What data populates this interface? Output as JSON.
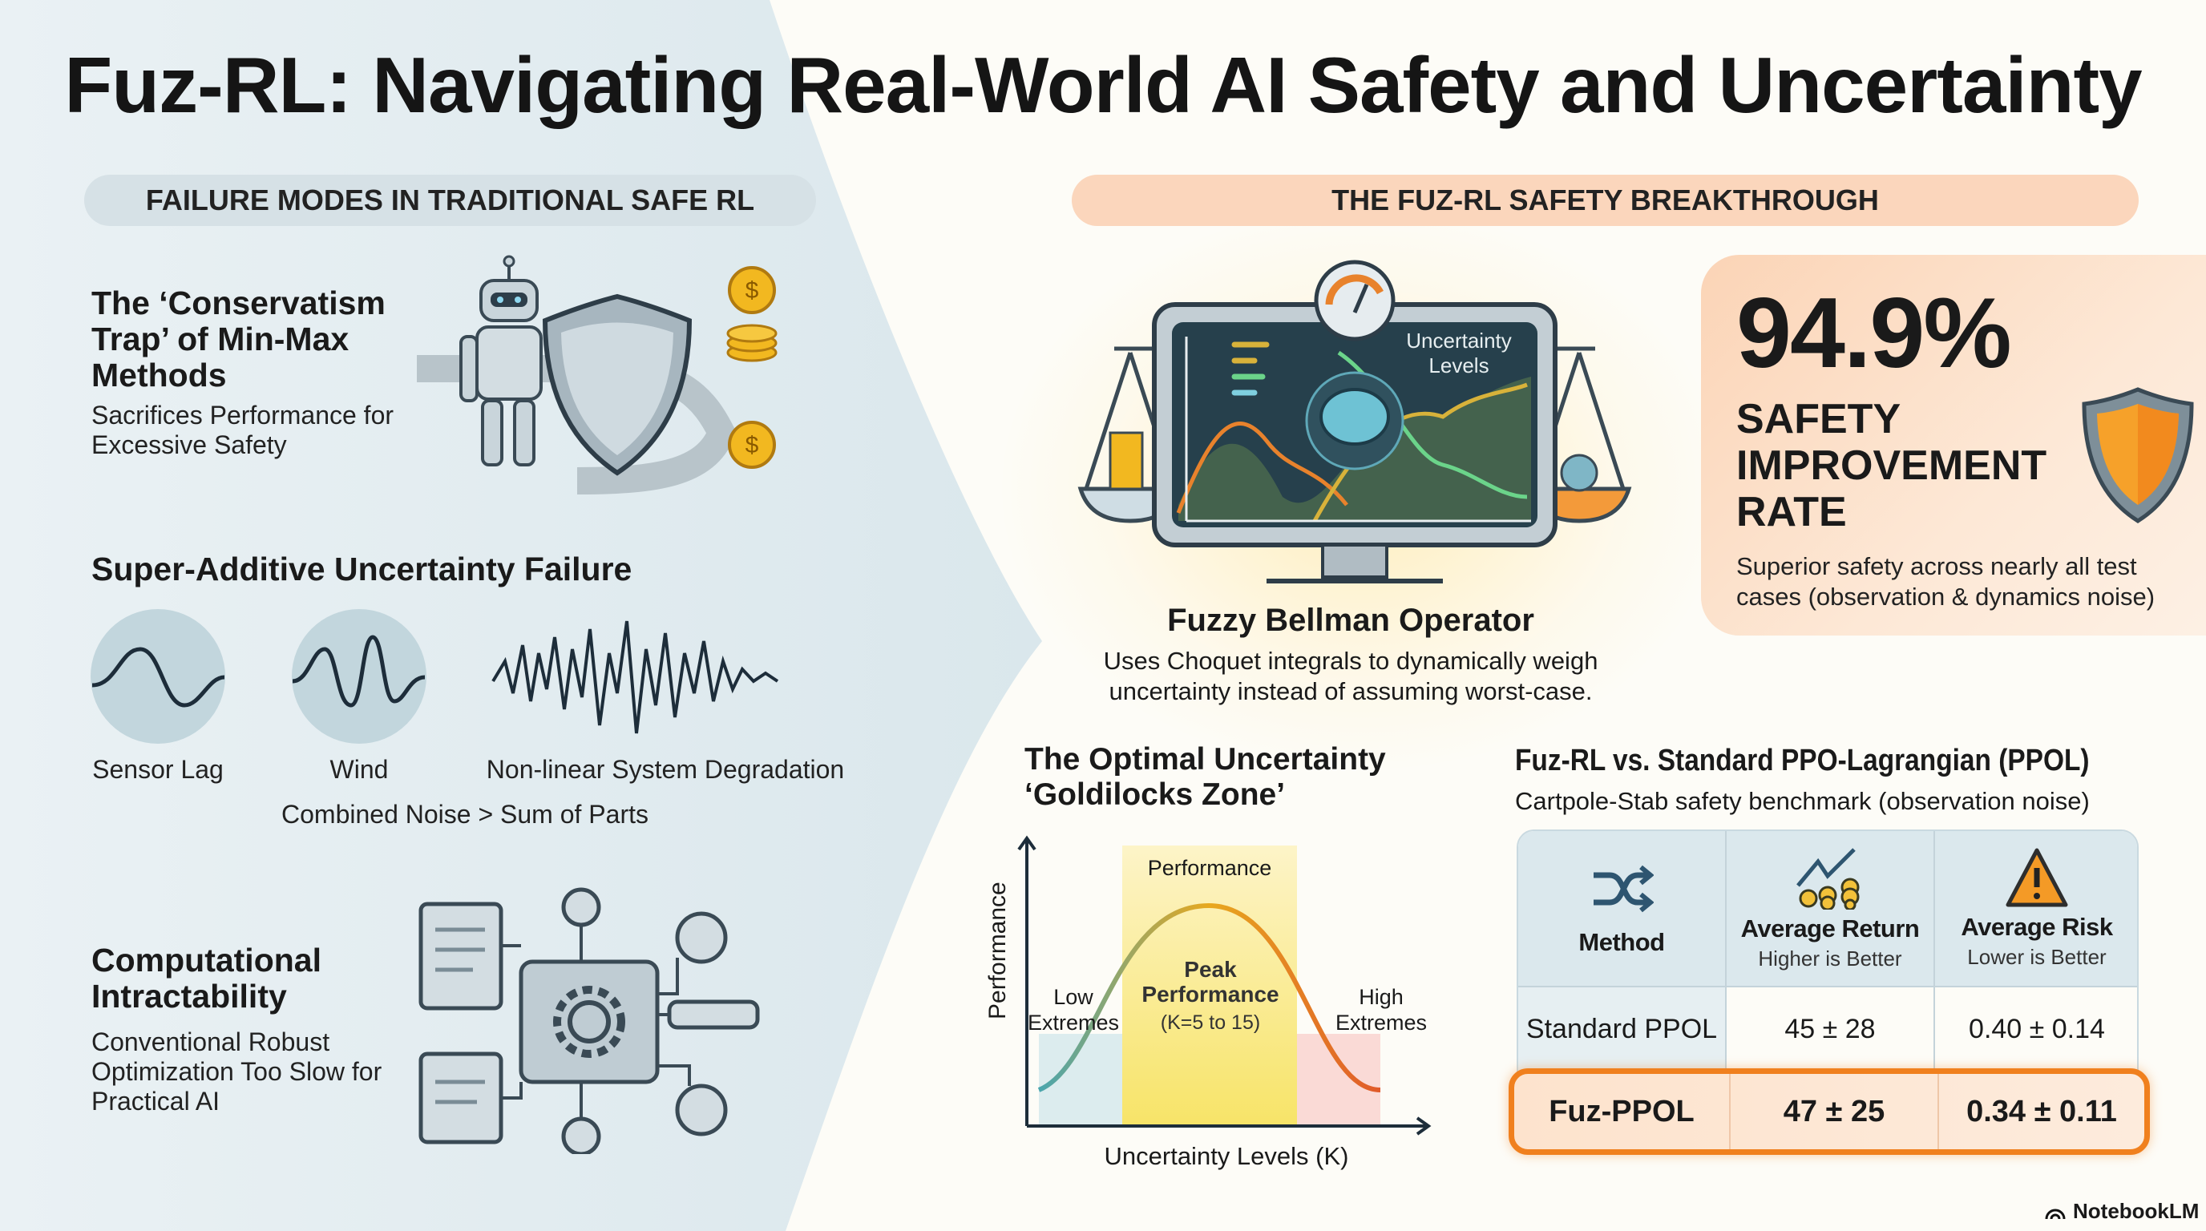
{
  "title": "Fuz-RL: Navigating Real-World AI Safety and Uncertainty",
  "left": {
    "section_label": "FAILURE MODES IN TRADITIONAL SAFE RL",
    "conservatism": {
      "heading": "The ‘Conservatism Trap’ of Min-Max Methods",
      "desc": "Sacrifices Performance for Excessive Safety"
    },
    "super_additive": {
      "heading": "Super-Additive Uncertainty Failure",
      "noise_labels": [
        "Sensor Lag",
        "Wind",
        "Non-linear System Degradation"
      ],
      "summary": "Combined Noise > Sum of Parts"
    },
    "computational": {
      "heading": "Computational Intractability",
      "desc": "Conventional Robust Optimization Too Slow for Practical AI"
    }
  },
  "right": {
    "section_label": "THE FUZ-RL SAFETY BREAKTHROUGH",
    "monitor_label": "Uncertainty Levels",
    "bellman": {
      "heading": "Fuzzy Bellman Operator",
      "desc": "Uses Choquet integrals to dynamically weigh uncertainty instead of assuming worst-case."
    },
    "stat": {
      "value": "94.9%",
      "label": "SAFETY IMPROVEMENT RATE",
      "desc": "Superior safety across nearly all test cases (observation & dynamics noise)"
    },
    "goldilocks": {
      "title": "The Optimal Uncertainty ‘Goldilocks Zone’",
      "ylabel": "Performance",
      "xlabel": "Uncertainty Levels (K)",
      "zone_top": "Performance",
      "low": "Low Extremes",
      "peak": "Peak Performance",
      "peak_range": "(K=5 to 15)",
      "high": "High Extremes"
    },
    "comparison": {
      "title": "Fuz-RL vs. Standard PPO-Lagrangian (PPOL)",
      "subtitle": "Cartpole-Stab safety benchmark (observation noise)",
      "headers": [
        {
          "label": "Method",
          "sub": ""
        },
        {
          "label": "Average Return",
          "sub": "Higher is Better"
        },
        {
          "label": "Average Risk",
          "sub": "Lower is Better"
        }
      ],
      "rows": [
        [
          "Standard PPOL",
          "45 ± 28",
          "0.40 ± 0.14"
        ],
        [
          "Fuz-PPOL",
          "47 ± 25",
          "0.34 ± 0.11"
        ]
      ],
      "highlight_color": "#f0801e"
    }
  },
  "branding": "NotebookLM",
  "colors": {
    "accent_orange": "#f0801e",
    "left_bg": "#e3edf1",
    "pill_left": "#d8e3e8",
    "pill_right": "#fbd9c0"
  }
}
